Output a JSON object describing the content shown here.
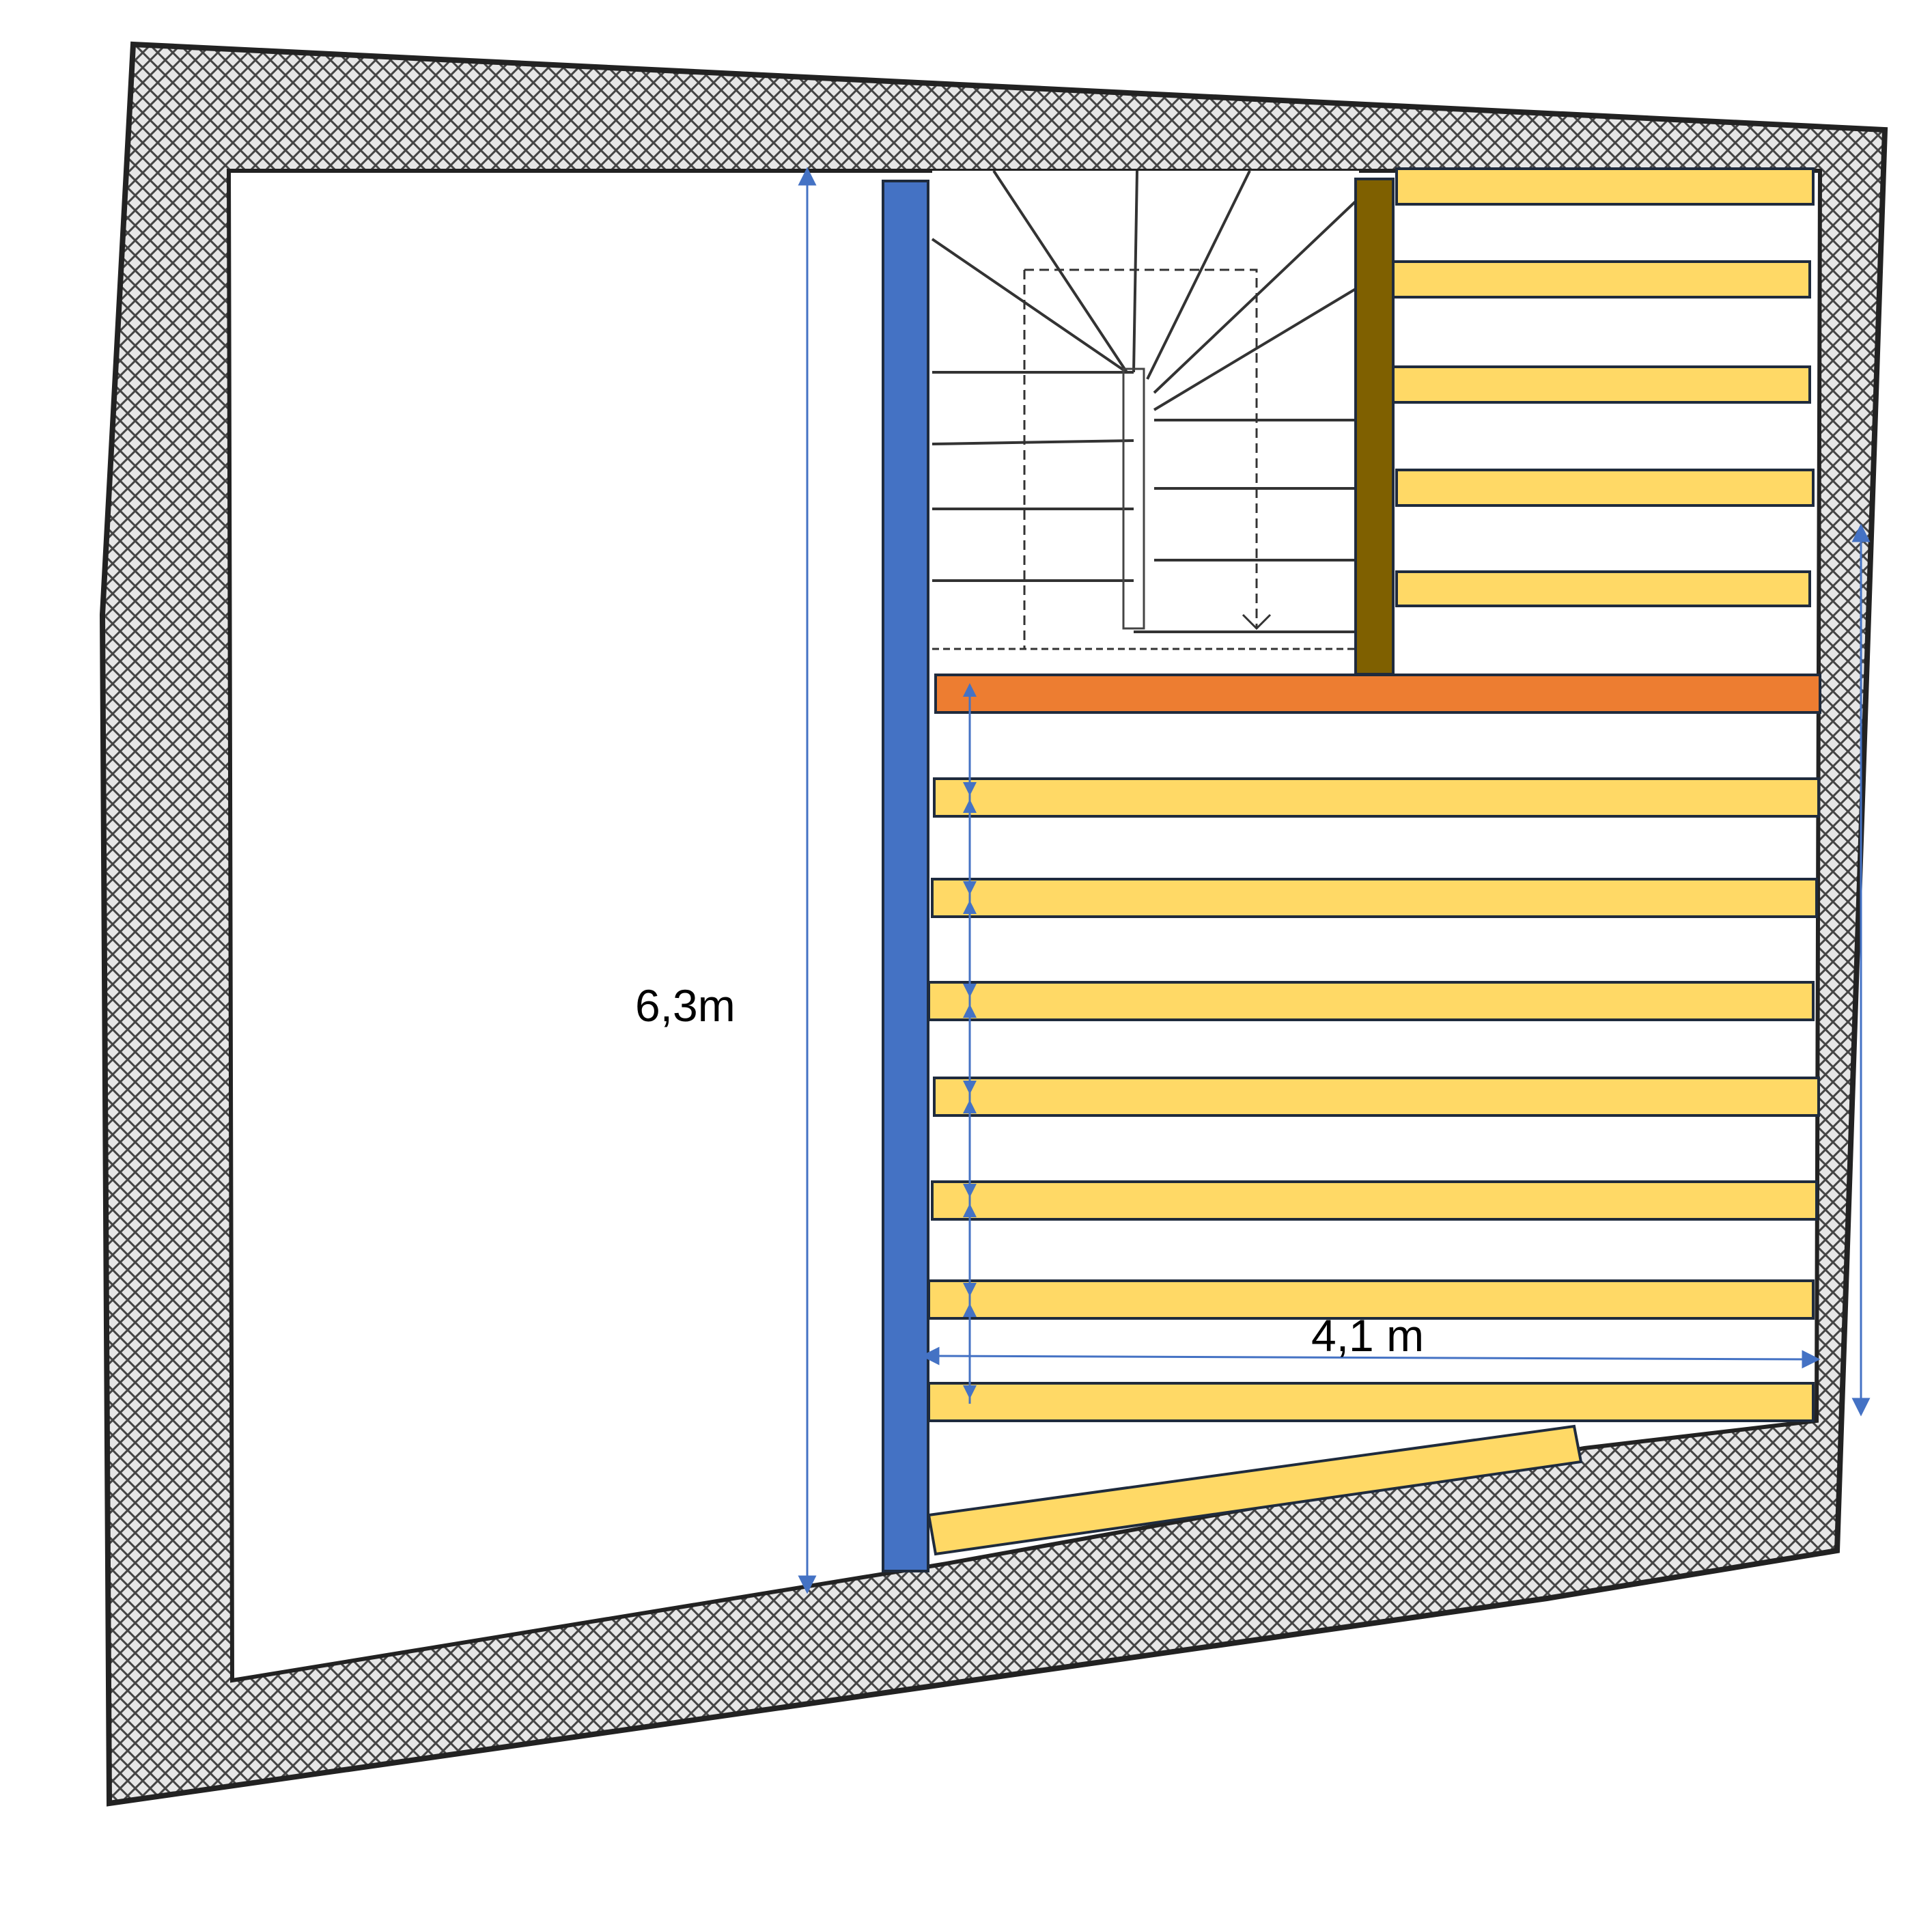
{
  "plan": {
    "labels": {
      "height": "6,3m",
      "width": "4,1 m"
    },
    "colors": {
      "wall_hatch": "#555555",
      "wall_fill": "#d9d9d9",
      "blue_beam": "#4472c4",
      "brown_beam": "#7f6000",
      "orange_beam": "#ed7d31",
      "joist": "#ffd966",
      "outline": "#1f2b3d",
      "dimension": "#4472c4",
      "stair_line": "#333333"
    },
    "elements": {
      "left_room": "open",
      "stairs": "spiral-stair",
      "upper_joists": 5,
      "lower_joists": 7
    }
  }
}
